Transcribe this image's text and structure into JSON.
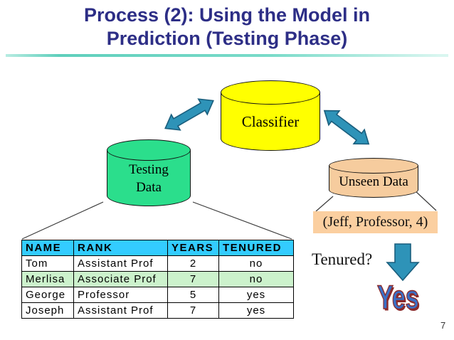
{
  "slide": {
    "title_line1": "Process (2): Using the Model in",
    "title_line2": "Prediction (Testing Phase)",
    "page_number": "7"
  },
  "diagram": {
    "classifier_label": "Classifier",
    "testing_data_label": "Testing Data",
    "unseen_data_label": "Unseen Data",
    "query_tuple": "(Jeff, Professor, 4)",
    "question": "Tenured?",
    "answer": "Yes",
    "colors": {
      "title_color": "#2D2E86",
      "classifier_fill": "#FFFF00",
      "testing_fill": "#2BDE8C",
      "unseen_fill": "#F6CC9E",
      "query_fill": "#FBCFA0",
      "arrow_fill": "#2E93B8",
      "arrow_stroke": "#1A5E7D",
      "header_fill": "#33CCFF",
      "highlight_row_fill": "#CCF2CC",
      "answer_fill": "#3A6FC6",
      "answer_outline": "#8C2A2A"
    }
  },
  "table": {
    "headers": [
      "NAME",
      "RANK",
      "YEARS",
      "TENURED"
    ],
    "rows": [
      [
        "Tom",
        "Assistant Prof",
        "2",
        "no"
      ],
      [
        "Merlisa",
        "Associate Prof",
        "7",
        "no"
      ],
      [
        "George",
        "Professor",
        "5",
        "yes"
      ],
      [
        "Joseph",
        "Assistant Prof",
        "7",
        "yes"
      ]
    ],
    "highlighted_row_index": 1
  }
}
